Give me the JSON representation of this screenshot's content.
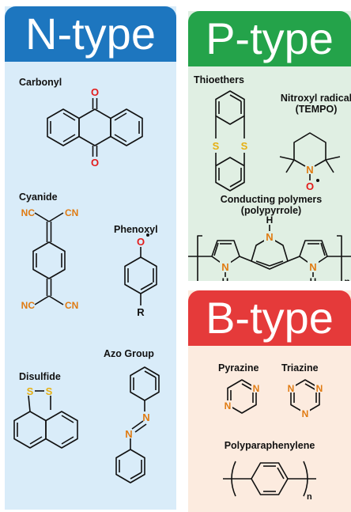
{
  "colors": {
    "n_header": "#1d76bf",
    "n_body": "#d9ecf9",
    "p_header": "#24a34a",
    "p_body": "#e0efe3",
    "b_header": "#e53a3a",
    "b_body": "#fcebdf",
    "oxygen": "#e31b1b",
    "nitrogen": "#e07b12",
    "sulfur": "#e6b012"
  },
  "n_type": {
    "title": "N-type",
    "carbonyl": "Carbonyl",
    "cyanide": "Cyanide",
    "phenoxyl": "Phenoxyl",
    "disulfide": "Disulfide",
    "azo": "Azo Group"
  },
  "p_type": {
    "title": "P-type",
    "thioethers": "Thioethers",
    "nitroxyl_1": "Nitroxyl radical",
    "nitroxyl_2": "(TEMPO)",
    "conducting_1": "Conducting polymers",
    "conducting_2": "(polypyrrole)"
  },
  "b_type": {
    "title": "B-type",
    "pyrazine": "Pyrazine",
    "triazine": "Triazine",
    "ppp": "Polyparaphenylene"
  },
  "atoms": {
    "o": "O",
    "n": "N",
    "s": "S",
    "h": "H",
    "r": "R",
    "nc": "NC",
    "cn": "CN",
    "sub_n": "n"
  }
}
